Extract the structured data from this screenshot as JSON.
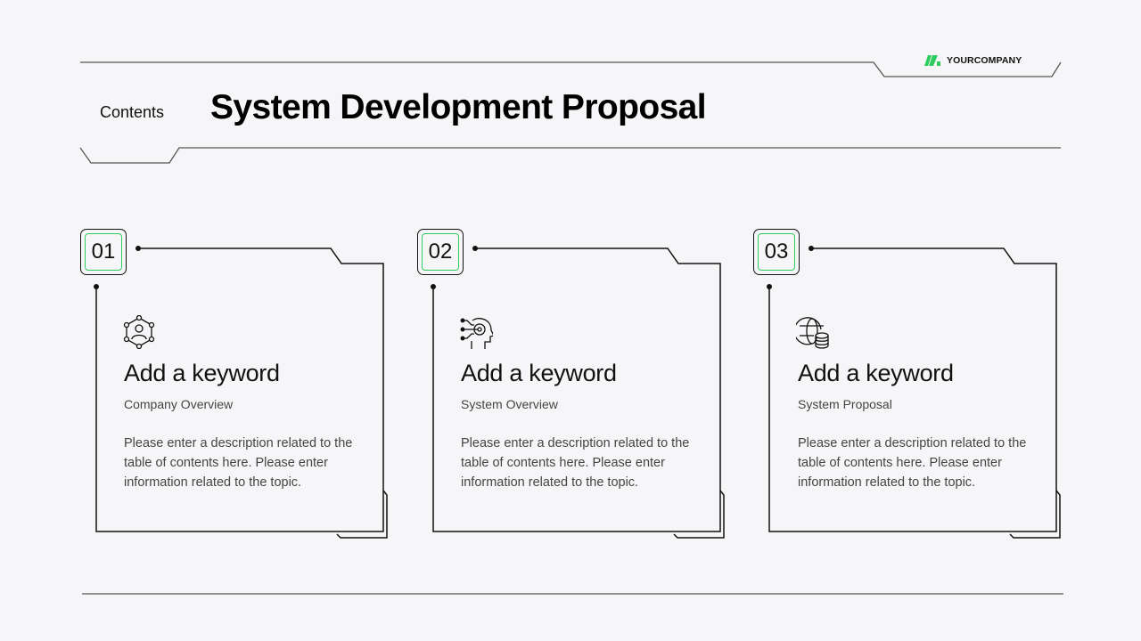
{
  "header": {
    "brand": "YOURCOMPANY",
    "brand_color": "#2ecc5e",
    "section_label": "Contents",
    "title": "System Development Proposal"
  },
  "accent_color": "#2ecc5e",
  "cards": [
    {
      "number": "01",
      "icon": "user-network-icon",
      "keyword": "Add a keyword",
      "subtitle": "Company Overview",
      "description": "Please enter a description related to the table of contents here. Please enter information related to the topic."
    },
    {
      "number": "02",
      "icon": "ai-head-icon",
      "keyword": "Add a keyword",
      "subtitle": "System Overview",
      "description": "Please enter a description related to the table of contents here. Please enter information related to the topic."
    },
    {
      "number": "03",
      "icon": "globe-database-icon",
      "keyword": "Add a keyword",
      "subtitle": "System Proposal",
      "description": "Please enter a description related to the table of contents here. Please enter information related to the topic."
    }
  ]
}
